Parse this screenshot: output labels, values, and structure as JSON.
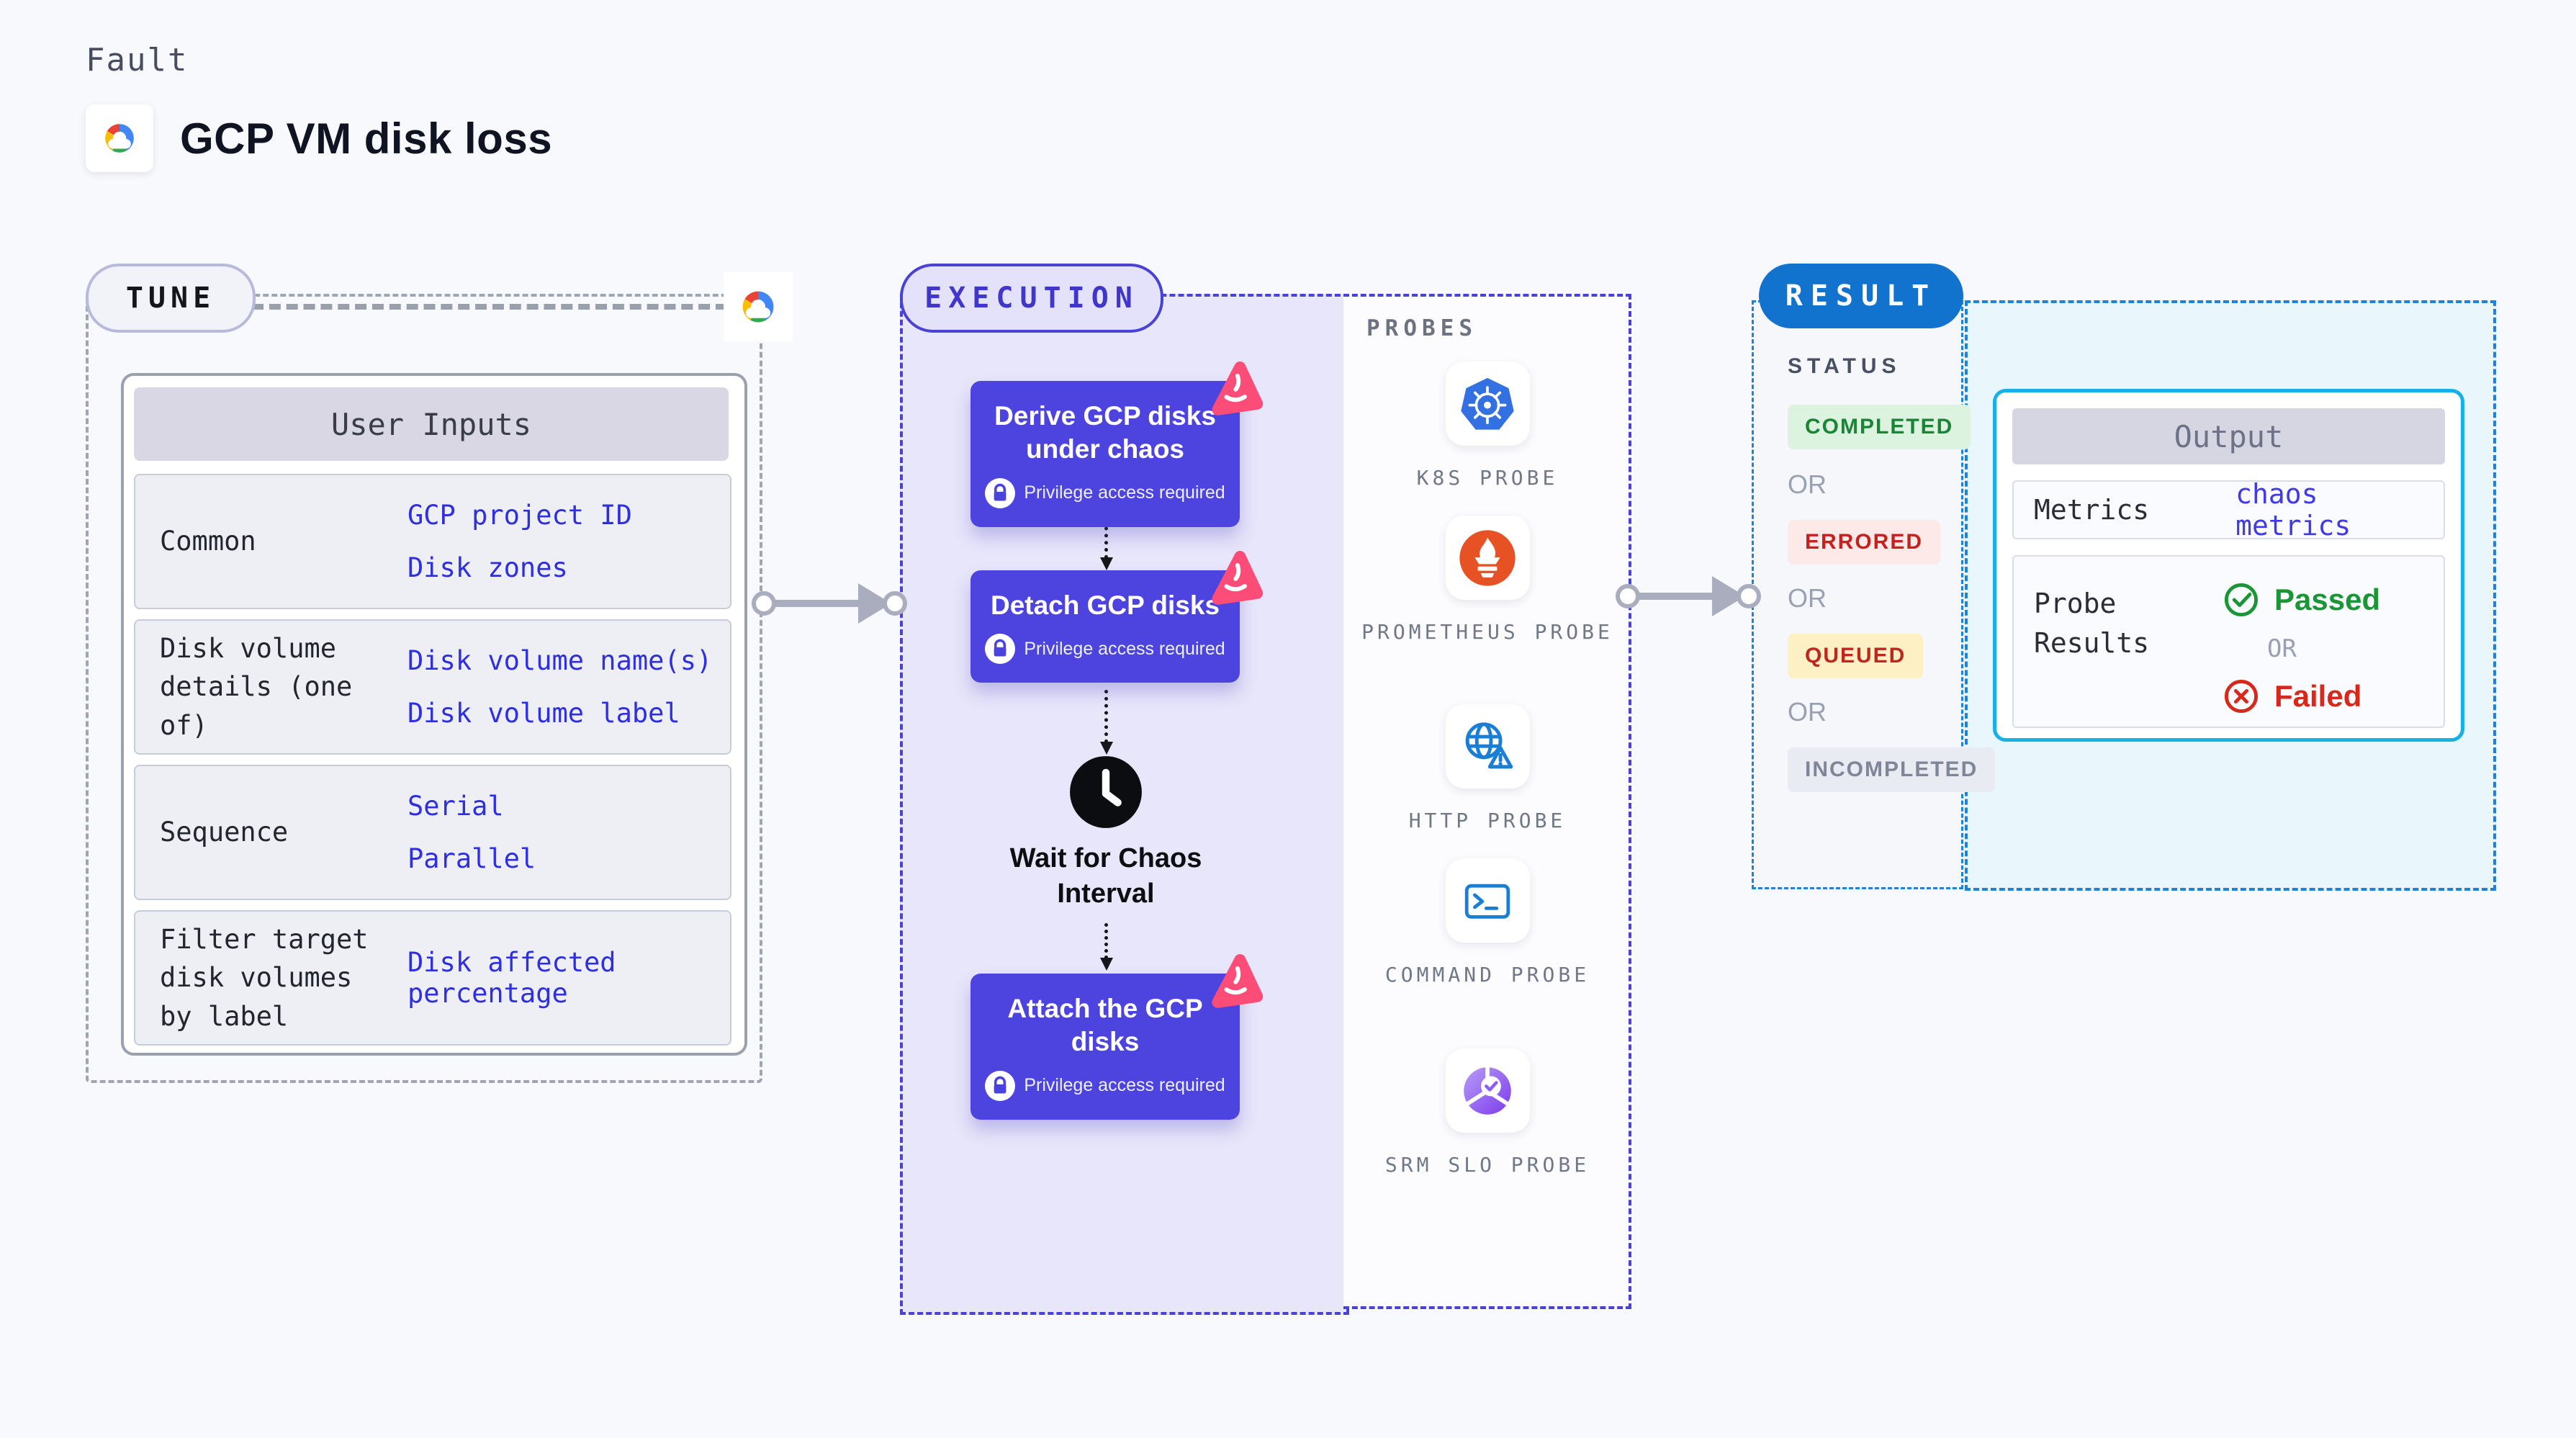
{
  "page": {
    "fault_label": "Fault",
    "title": "GCP VM disk loss"
  },
  "tune": {
    "pill": "TUNE",
    "table": {
      "header": "User Inputs",
      "rows": [
        {
          "label": "Common",
          "values": [
            "GCP project ID",
            "Disk zones"
          ]
        },
        {
          "label": "Disk volume details (one of)",
          "values": [
            "Disk volume name(s)",
            "Disk volume label"
          ]
        },
        {
          "label": "Sequence",
          "values": [
            "Serial",
            "Parallel"
          ]
        },
        {
          "label": "Filter target disk volumes by label",
          "values": [
            "Disk affected percentage"
          ]
        }
      ]
    }
  },
  "execution": {
    "pill": "EXECUTION",
    "steps": [
      {
        "title": "Derive GCP disks under chaos",
        "badge": "Privilege access required"
      },
      {
        "title": "Detach GCP disks",
        "badge": "Privilege access required"
      },
      {
        "title": "Attach the GCP disks",
        "badge": "Privilege access required"
      }
    ],
    "wait_label": "Wait for Chaos Interval"
  },
  "probes": {
    "label": "PROBES",
    "items": [
      {
        "name": "K8S PROBE",
        "icon": "kubernetes-icon"
      },
      {
        "name": "PROMETHEUS PROBE",
        "icon": "prometheus-icon"
      },
      {
        "name": "HTTP PROBE",
        "icon": "globe-warning-icon"
      },
      {
        "name": "COMMAND PROBE",
        "icon": "terminal-icon"
      },
      {
        "name": "SRM SLO PROBE",
        "icon": "slo-pie-icon"
      }
    ]
  },
  "result": {
    "pill": "RESULT",
    "status_label": "STATUS",
    "or": "OR",
    "statuses": [
      {
        "label": "COMPLETED",
        "text_color": "#1b8437",
        "bg": "#dcf3e0"
      },
      {
        "label": "ERRORED",
        "text_color": "#c5221f",
        "bg": "#fdeae8"
      },
      {
        "label": "QUEUED",
        "text_color": "#c0261d",
        "bg": "#fdf0c5"
      },
      {
        "label": "INCOMPLETED",
        "text_color": "#7f8698",
        "bg": "#e9ebf2"
      }
    ],
    "output": {
      "header": "Output",
      "metrics_label": "Metrics",
      "metrics_value": "chaos metrics",
      "probe_results_label": "Probe Results",
      "passed": "Passed",
      "failed": "Failed",
      "or": "OR"
    }
  },
  "colors": {
    "page_bg": "#f7f9fc",
    "step_card": "#4d44e0",
    "execution_accent": "#4a42d6",
    "execution_fill": "#e8e6fa",
    "result_blue": "#1173cd",
    "result_dash": "#1d83d8",
    "output_border": "#17b1e7",
    "value_blue": "#2e2ee2",
    "arrow_gray": "#a9adbd",
    "litmus_pink": "#fb4d77",
    "passed_green": "#1a9636",
    "failed_red": "#d7281b"
  }
}
